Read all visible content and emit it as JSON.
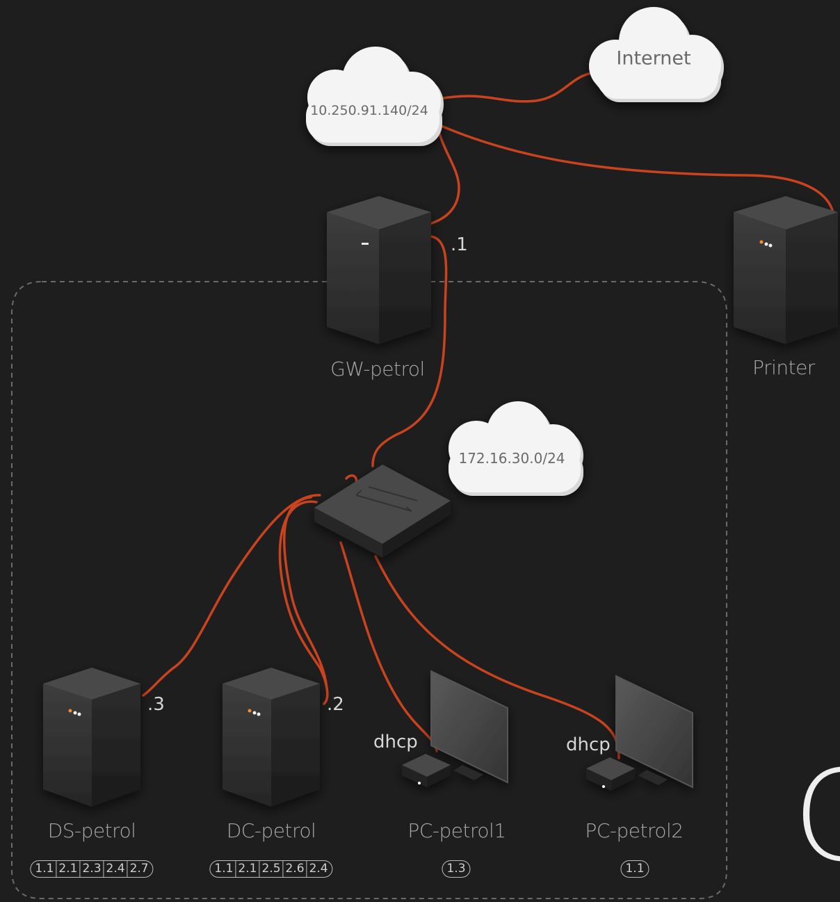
{
  "clouds": {
    "internet": "Internet",
    "wan": "10.250.91.140/24",
    "lan": "172.16.30.0/24"
  },
  "nodes": {
    "gw": "GW-petrol",
    "printer": "Printer",
    "ds": "DS-petrol",
    "dc": "DC-petrol",
    "pc1": "PC-petrol1",
    "pc2": "PC-petrol2"
  },
  "ip_labels": {
    "gw": ".1",
    "ds": ".3",
    "dc": ".2",
    "pc1": "dhcp",
    "pc2": "dhcp"
  },
  "tags": {
    "ds": [
      "1.1",
      "2.1",
      "2.3",
      "2.4",
      "2.7"
    ],
    "dc": [
      "1.1",
      "2.1",
      "2.5",
      "2.6",
      "2.4"
    ],
    "pc1": [
      "1.3"
    ],
    "pc2": [
      "1.1"
    ]
  },
  "colors": {
    "background": "#1e1e1e",
    "cable": "#c9431e",
    "cloud": "#f4f4f4",
    "device": "#3a3a3a"
  },
  "edge_glyph": "C"
}
